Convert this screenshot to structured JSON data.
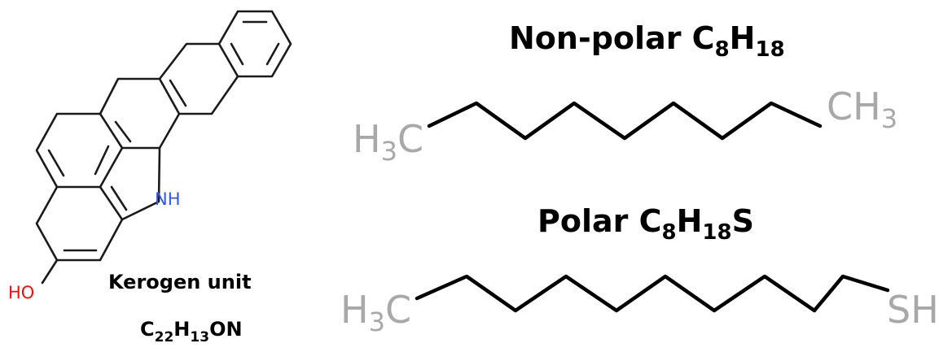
{
  "kerogen": {
    "label": "Kerogen unit",
    "formula": {
      "p1": "C",
      "s1": "22",
      "p2": "H",
      "s2": "13",
      "p3": "ON"
    },
    "nh_label": "NH",
    "ho_label": "HO",
    "colors": {
      "nitrogen": "#3355ee",
      "oxygen": "#ee1111",
      "bond": "#1a1a1a"
    }
  },
  "nonpolar": {
    "title": {
      "p1": "Non-polar C",
      "s1": "8",
      "p2": "H",
      "s2": "18"
    },
    "left_group": {
      "a": "H",
      "sub": "3",
      "b": "C"
    },
    "right_group": {
      "a": "CH",
      "sub": "3"
    },
    "colors": {
      "group": "#a8a8a8"
    }
  },
  "polar": {
    "title": {
      "p1": "Polar C",
      "s1": "8",
      "p2": "H",
      "s2": "18",
      "p3": "S"
    },
    "left_group": {
      "a": "H",
      "sub": "3",
      "b": "C"
    },
    "right_group": "SH",
    "colors": {
      "group": "#a8a8a8",
      "sulfur": "#b89a3a"
    }
  }
}
